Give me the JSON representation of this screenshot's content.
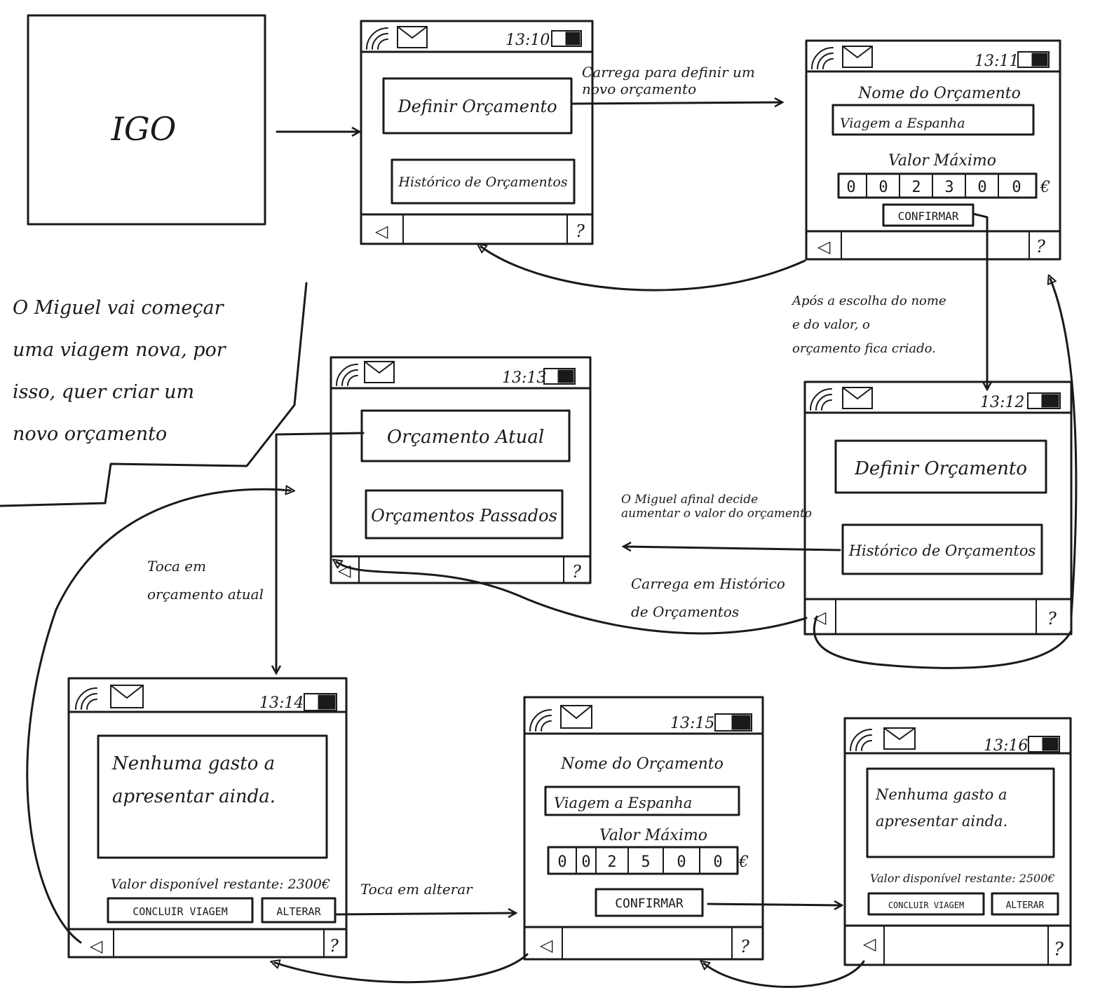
{
  "logo": {
    "text": "IGO"
  },
  "screens": [
    {
      "id": "s1",
      "time": "13:10",
      "btn1": "Definir Orçamento",
      "btn2": "Histórico de Orçamentos",
      "back": "◁",
      "help": "?"
    },
    {
      "id": "s2",
      "time": "13:11",
      "name_label": "Nome do Orçamento",
      "name_value": "Viagem a Espanha",
      "max_label": "Valor Máximo",
      "digits": [
        "0",
        "0",
        "2",
        "3",
        "0",
        "0"
      ],
      "currency": "€",
      "confirm": "CONFIRMAR",
      "back": "◁",
      "help": "?"
    },
    {
      "id": "s3",
      "time": "13:12",
      "btn1": "Definir Orçamento",
      "btn2": "Histórico de Orçamentos",
      "back": "◁",
      "help": "?"
    },
    {
      "id": "s4",
      "time": "13:13",
      "btn1": "Orçamento Atual",
      "btn2": "Orçamentos Passados",
      "back": "◁",
      "help": "?"
    },
    {
      "id": "s5",
      "time": "13:14",
      "message": "Nenhuma gasto a apresentar ainda.",
      "available": "Valor disponível restante: 2300€",
      "btn1": "CONCLUIR VIAGEM",
      "btn2": "ALTERAR",
      "back": "◁",
      "help": "?"
    },
    {
      "id": "s6",
      "time": "13:15",
      "name_label": "Nome do Orçamento",
      "name_value": "Viagem a Espanha",
      "max_label": "Valor Máximo",
      "digits": [
        "0",
        "0",
        "2",
        "5",
        "0",
        "0"
      ],
      "currency": "€",
      "confirm": "CONFIRMAR",
      "back": "◁",
      "help": "?"
    },
    {
      "id": "s7",
      "time": "13:16",
      "message": "Nenhuma gasto a apresentar ainda.",
      "available": "Valor disponível restante: 2500€",
      "btn1": "CONCLUIR VIAGEM",
      "btn2": "ALTERAR",
      "back": "◁",
      "help": "?"
    }
  ],
  "notes": {
    "story": "O Miguel vai começar uma viagem nova, por isso, quer criar um novo orçamento",
    "n1": "Carrega para definir um novo orçamento",
    "n2": "Após a escolha do nome e do valor, o orçamento fica criado.",
    "n3": "O Miguel afinal decide aumentar o valor do orçamento",
    "n4": "Carrega em Histórico de Orçamentos",
    "n5": "Toca em orçamento atual",
    "n6": "Toca em alterar"
  }
}
